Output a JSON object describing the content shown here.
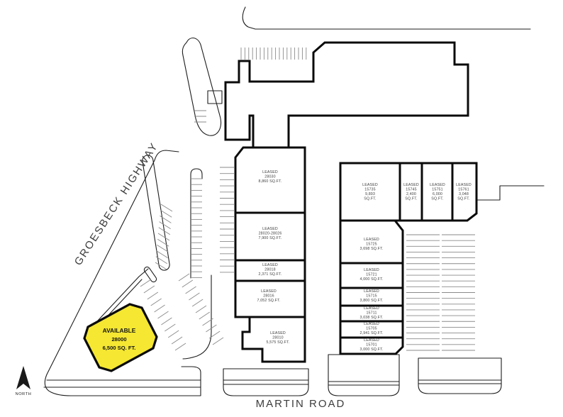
{
  "plan": {
    "roads": {
      "groesbeck": "GROESBECK HIGHWAY",
      "martin": "MARTIN ROAD"
    },
    "compass": {
      "label": "NORTH"
    },
    "colors": {
      "available_fill": "#F5E732",
      "outline": "#0b0b0b",
      "label_text": "#3f3f3f"
    },
    "available": {
      "lines": [
        "AVAILABLE",
        "28000",
        "6,500 SQ. FT."
      ]
    },
    "units": [
      {
        "id": "28030",
        "lines": [
          "LEASED",
          "28030",
          "8,860 SQ.FT."
        ]
      },
      {
        "id": "28020-28026",
        "lines": [
          "LEASED",
          "28020-28026",
          "7,900 SQ.FT."
        ]
      },
      {
        "id": "28018",
        "lines": [
          "LEASED",
          "28018",
          "2,371 SQ.FT."
        ]
      },
      {
        "id": "28016",
        "lines": [
          "LEASED",
          "28016",
          "7,052 SQ.FT."
        ]
      },
      {
        "id": "28010",
        "lines": [
          "LEASED",
          "28010",
          "5,575 SQ.FT."
        ]
      },
      {
        "id": "15735",
        "lines": [
          "LEASED",
          "15735",
          "9,893",
          "SQ.FT."
        ]
      },
      {
        "id": "15745",
        "lines": [
          "LEASED",
          "15745",
          "2,400",
          "SQ.FT."
        ]
      },
      {
        "id": "15751",
        "lines": [
          "LEASED",
          "15751",
          "6,000",
          "SQ.FT."
        ]
      },
      {
        "id": "15761",
        "lines": [
          "LEASED",
          "15761",
          "3,048",
          "SQ.FT."
        ]
      },
      {
        "id": "15725",
        "lines": [
          "LEASED",
          "15725",
          "3,698 SQ.FT."
        ]
      },
      {
        "id": "15721",
        "lines": [
          "LEASED",
          "15721",
          "4,000 SQ.FT."
        ]
      },
      {
        "id": "15715",
        "lines": [
          "LEASED",
          "15715",
          "3,800 SQ.FT."
        ]
      },
      {
        "id": "15711",
        "lines": [
          "LEASED",
          "15711",
          "3,038 SQ.FT."
        ]
      },
      {
        "id": "15705",
        "lines": [
          "LEASED",
          "15705",
          "2,941 SQ.FT."
        ]
      },
      {
        "id": "15701",
        "lines": [
          "LEASED",
          "15701",
          "3,000 SQ.FT."
        ]
      }
    ]
  }
}
